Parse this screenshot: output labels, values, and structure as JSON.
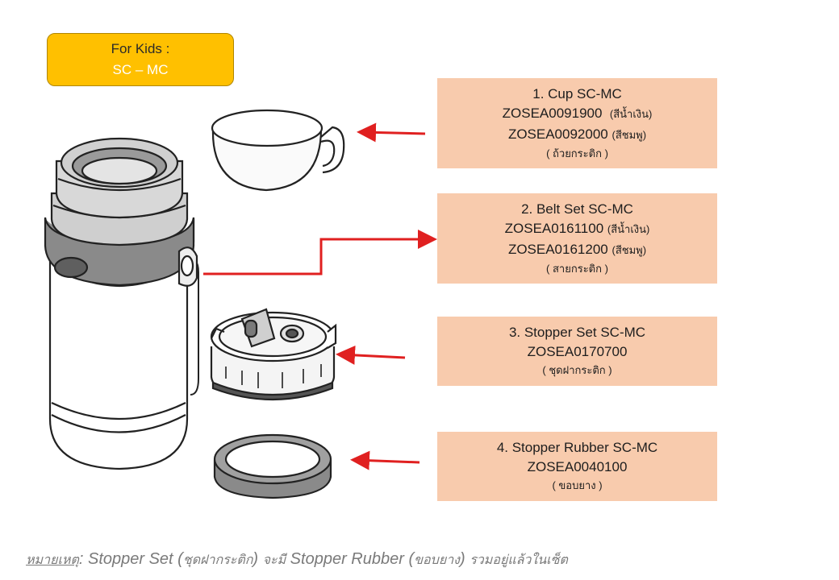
{
  "badge": {
    "line1": "For Kids :",
    "line2": "SC – MC"
  },
  "parts": [
    {
      "title": "1. Cup SC-MC",
      "codes": [
        {
          "code": "ZOSEA0091900",
          "color": "(สีน้ำเงิน)"
        },
        {
          "code": "ZOSEA0092000",
          "color": "(สีชมพู)"
        }
      ],
      "thai": "( ถ้วยกระติก )"
    },
    {
      "title": "2. Belt Set SC-MC",
      "codes": [
        {
          "code": "ZOSEA0161100",
          "color": "(สีน้ำเงิน)"
        },
        {
          "code": "ZOSEA0161200",
          "color": "(สีชมพู)"
        }
      ],
      "thai": "( สายกระติก )"
    },
    {
      "title": "3. Stopper Set SC-MC",
      "code": "ZOSEA0170700",
      "thai": "( ชุดฝากระติก )"
    },
    {
      "title": "4. Stopper Rubber SC-MC",
      "code": "ZOSEA0040100",
      "thai": "( ขอบยาง )"
    }
  ],
  "note": {
    "label": "หมายเหตุ",
    "sep": ": Stopper Set (",
    "thai1": "ชุดฝากระติก",
    "mid1": ") ",
    "thai2": "จะมี",
    "mid2": " Stopper Rubber (",
    "thai3": "ขอบยาง",
    "mid3": ") ",
    "thai4": "รวมอยู่แล้วในเซ็ต"
  },
  "colors": {
    "badge": "#ffc000",
    "box": "#f8cbad",
    "arrow": "#e02020"
  }
}
